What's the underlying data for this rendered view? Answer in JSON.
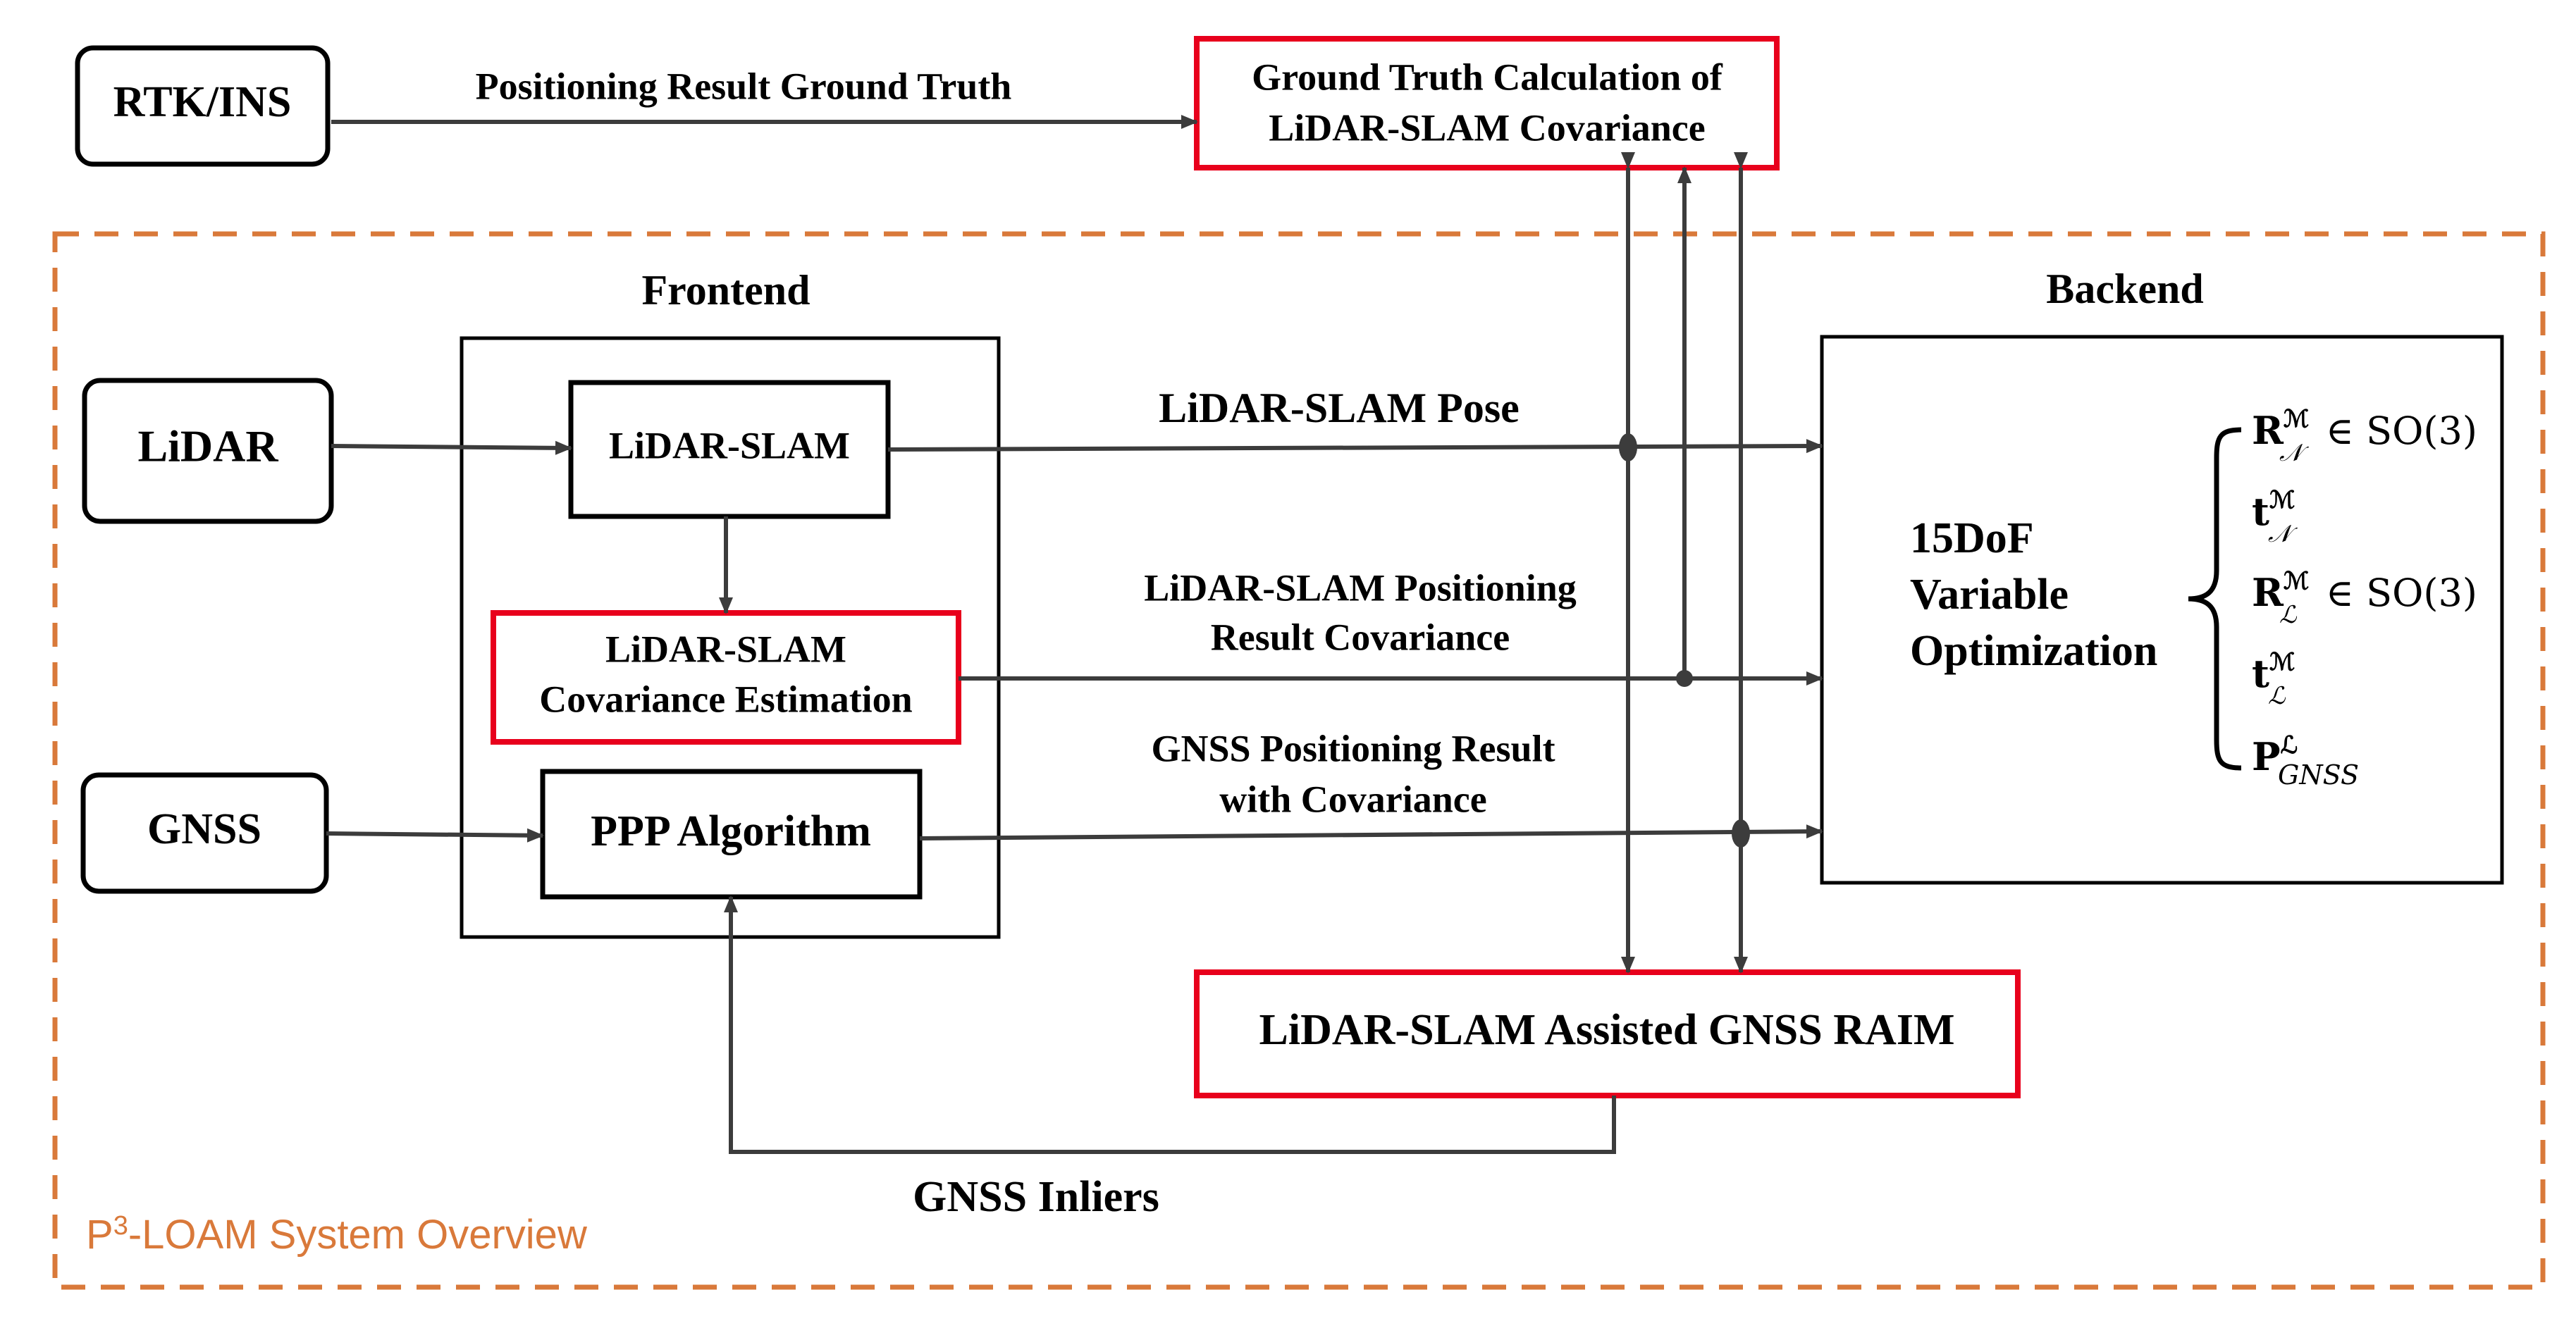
{
  "colors": {
    "accent_red": "#e8001c",
    "overview_orange": "#d9793a",
    "line": "#3c3c3c"
  },
  "nodes": {
    "rtk": "RTK/INS",
    "lidar": "LiDAR",
    "gnss": "GNSS",
    "gt_calc_line1": "Ground Truth Calculation of",
    "gt_calc_line2": "LiDAR-SLAM Covariance",
    "lidar_slam": "LiDAR-SLAM",
    "cov_est_line1": "LiDAR-SLAM",
    "cov_est_line2": "Covariance Estimation",
    "ppp": "PPP Algorithm",
    "raim": "LiDAR-SLAM Assisted GNSS RAIM"
  },
  "section_labels": {
    "frontend": "Frontend",
    "backend": "Backend",
    "overview_prefix": "P",
    "overview_sup": "3",
    "overview_suffix": "-LOAM System Overview"
  },
  "edge_labels": {
    "gt": "Positioning Result Ground Truth",
    "pose": "LiDAR-SLAM Pose",
    "cov_line1": "LiDAR-SLAM Positioning",
    "cov_line2": "Result Covariance",
    "gnss_line1": "GNSS Positioning Result",
    "gnss_line2": "with Covariance",
    "inliers": "GNSS Inliers"
  },
  "backend": {
    "title_line1": "15DoF",
    "title_line2": "Variable",
    "title_line3": "Optimization",
    "variables": [
      {
        "base": "R",
        "sup": "ℳ",
        "sub": "𝒩",
        "suffix": "∈ SO(3)"
      },
      {
        "base": "t",
        "sup": "ℳ",
        "sub": "𝒩",
        "suffix": ""
      },
      {
        "base": "R",
        "sup": "ℳ",
        "sub": "ℒ",
        "suffix": "∈ SO(3)"
      },
      {
        "base": "t",
        "sup": "ℳ",
        "sub": "ℒ",
        "suffix": ""
      },
      {
        "base": "P",
        "sup": "ℒ",
        "sub": "GNSS",
        "suffix": ""
      }
    ]
  }
}
